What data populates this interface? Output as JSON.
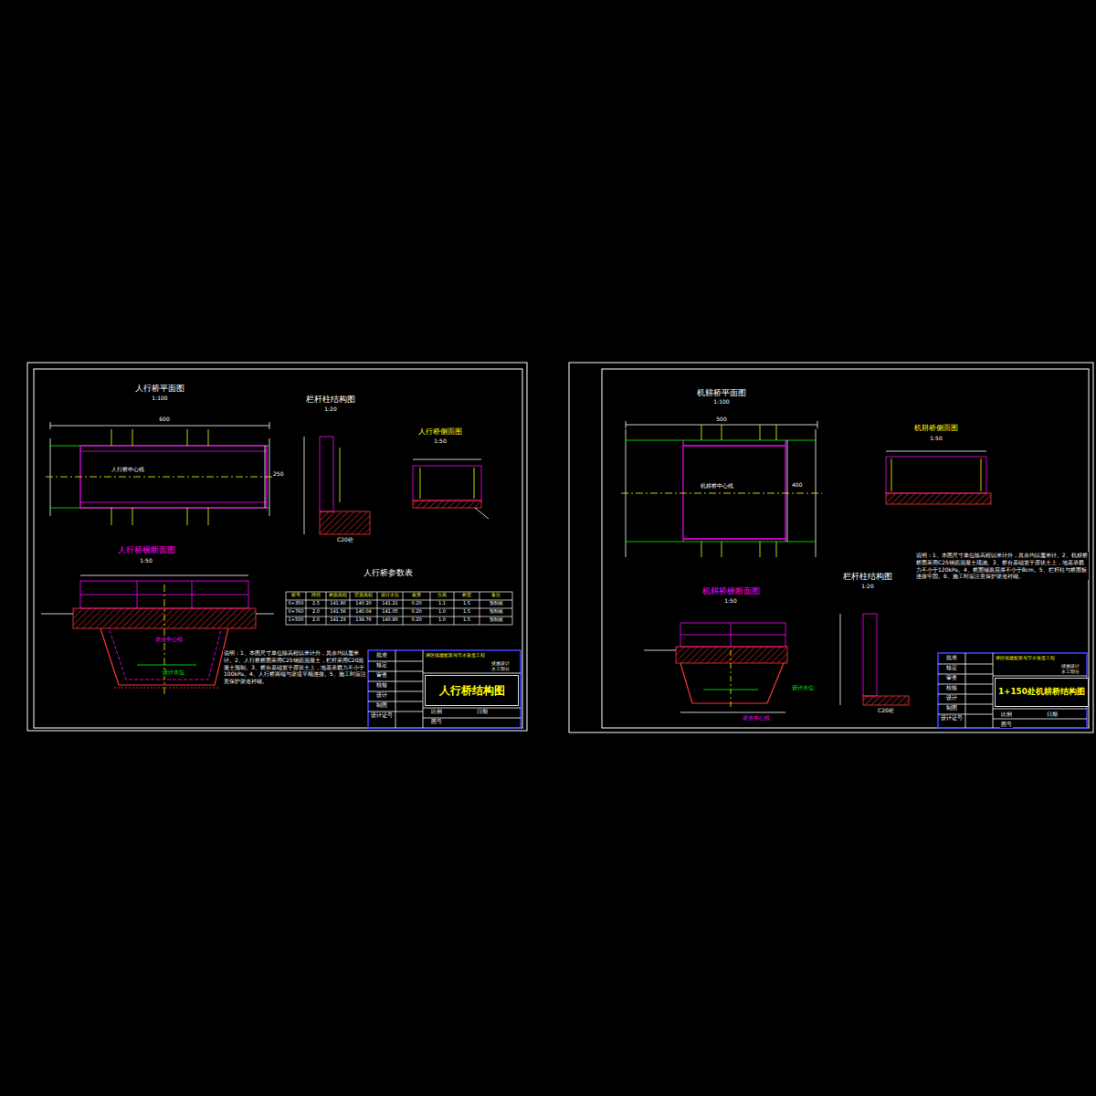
{
  "diagram": {
    "nodes": [
      {
        "text": [
          "人行桥结构图"
        ]
      },
      {
        "text": [
          "1+150处机耕桥结构图"
        ]
      }
    ],
    "labels": [
      "人行桥平面图",
      "1:100",
      "栏杆柱结构图",
      "1:20",
      "人行桥侧面图",
      "1:50",
      "人行桥横断面图",
      "1:50",
      "人行桥参数表",
      "600",
      "250",
      "人行桥中心线",
      "渠道中心线",
      "设计水位",
      "C20砼",
      "说明：1、本图尺寸单位除高程以米计外，其余均以厘米计。2、人行桥桥面采用C25钢筋混凝土，栏杆采用C20混凝土预制。3、桥台基础置于原状土上，地基承载力不小于100kPa。4、人行桥两端与渠堤平顺连接。5、施工时应注意保护渠道衬砌。",
      "桩号",
      "跨径",
      "桥面高程",
      "渠底高程",
      "设计水位",
      "板厚",
      "台高",
      "桥宽",
      "备注",
      "0+350",
      "2.5",
      "141.80",
      "140.20",
      "141.21",
      "0.20",
      "1.1",
      "1.5",
      "预制板",
      "0+760",
      "2.0",
      "141.56",
      "140.04",
      "141.05",
      "0.20",
      "1.0",
      "1.5",
      "预制板",
      "1+500",
      "2.0",
      "141.23",
      "139.76",
      "140.80",
      "0.20",
      "1.0",
      "1.5",
      "预制板",
      "批准",
      "核定",
      "审查",
      "校核",
      "设计",
      "制图",
      "设计证号",
      "灌区续建配套与节水改造工程",
      "技施设计",
      "水工部分",
      "比例",
      "图号",
      "日期",
      "机耕桥平面图",
      "1:100",
      "机耕桥侧面图",
      "1:50",
      "机耕桥横断面图",
      "1:50",
      "栏杆柱结构图",
      "1:20",
      "500",
      "400",
      "机耕桥中心线",
      "渠道中心线",
      "设计水位",
      "C20砼",
      "说明：1、本图尺寸单位除高程以米计外，其余均以厘米计。2、机耕桥桥面采用C25钢筋混凝土现浇。3、桥台基础置于原状土上，地基承载力不小于120kPa。4、桥面铺装层厚不小于8cm。5、栏杆柱与桥面板连接牢固。6、施工时应注意保护渠道衬砌。",
      "批准",
      "核定",
      "审查",
      "校核",
      "设计",
      "制图",
      "设计证号",
      "灌区续建配套与节水改造工程",
      "技施设计",
      "水工部分",
      "比例",
      "图号",
      "日期"
    ]
  }
}
